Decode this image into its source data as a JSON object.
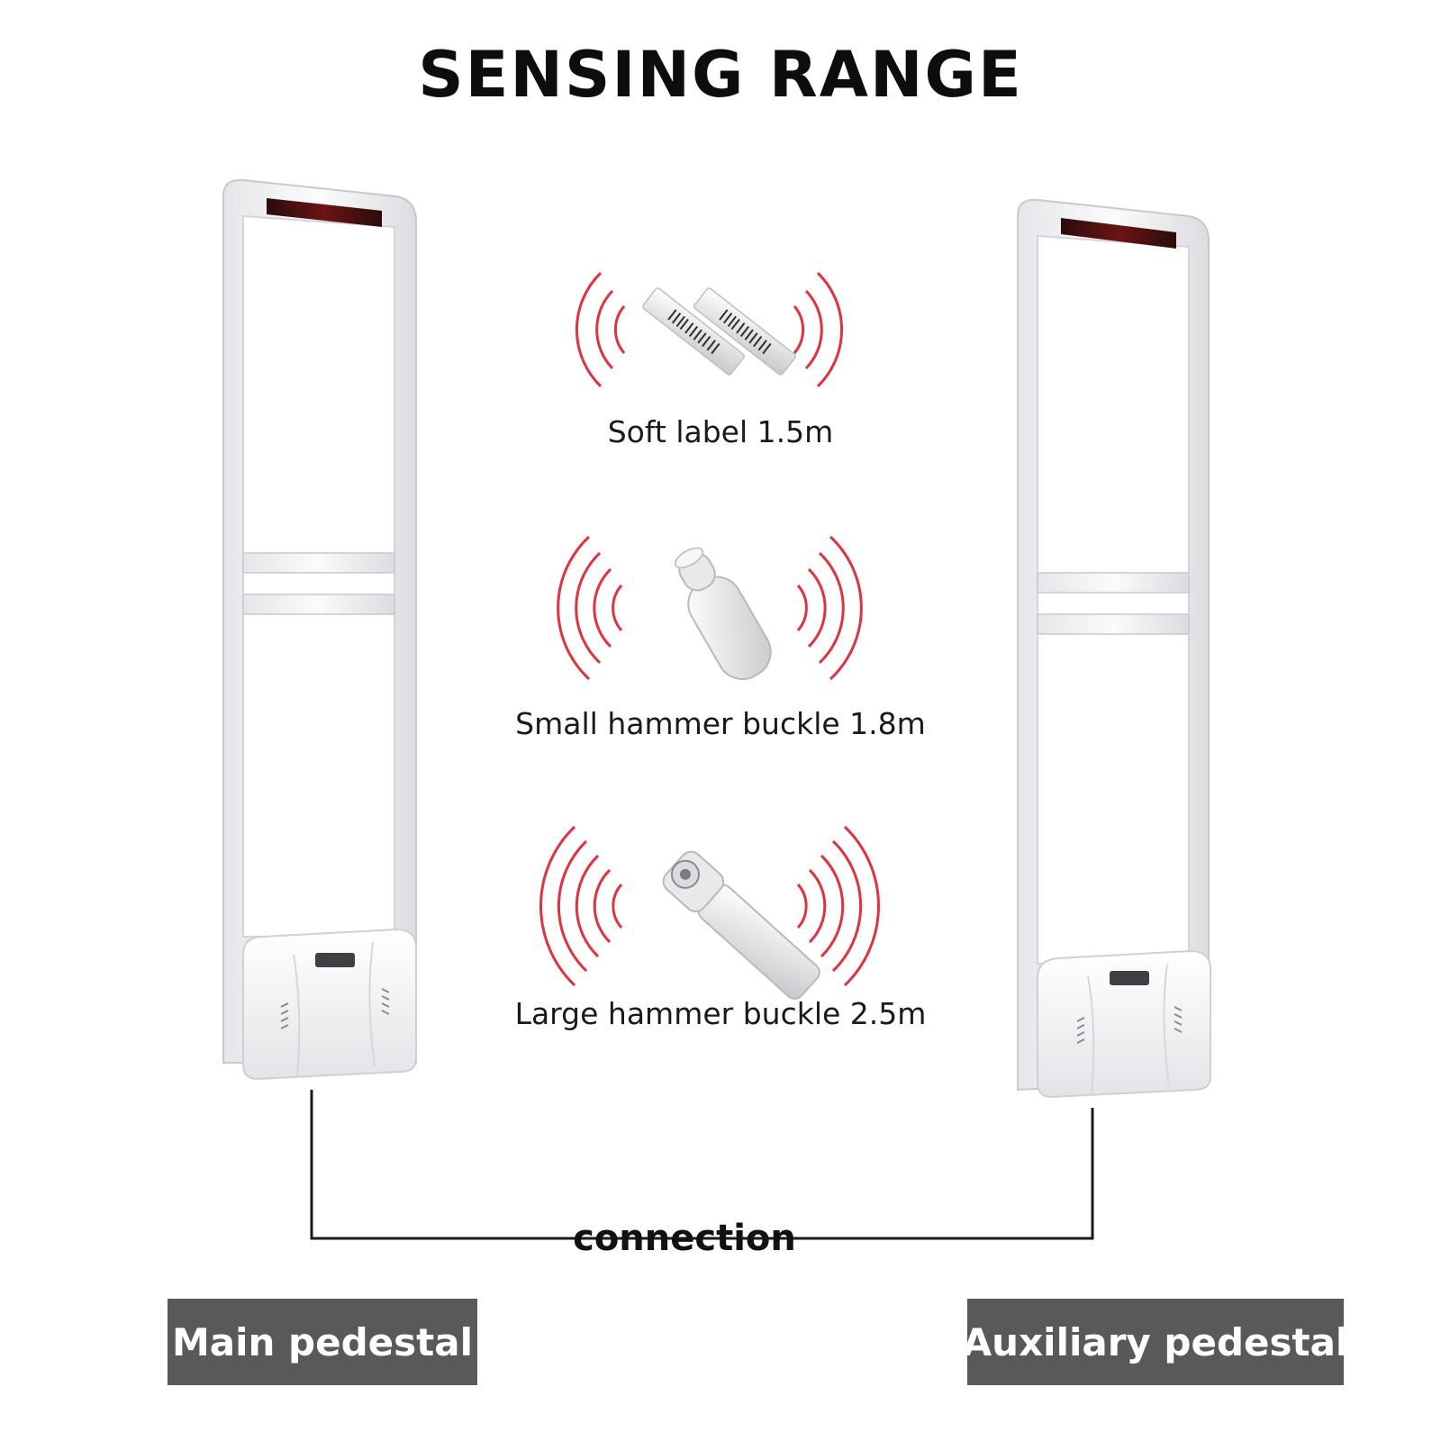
{
  "title": "SENSING RANGE",
  "tags": [
    {
      "label": "Soft label 1.5m",
      "icon": "soft-label-icon"
    },
    {
      "label": "Small hammer buckle 1.8m",
      "icon": "small-hammer-buckle-icon"
    },
    {
      "label": "Large hammer buckle 2.5m",
      "icon": "large-hammer-buckle-icon"
    }
  ],
  "connection": {
    "label": "connection"
  },
  "pedestals": {
    "main": {
      "label": "Main pedestal"
    },
    "auxiliary": {
      "label": "Auxiliary pedestal"
    }
  },
  "colors": {
    "wave": "#e0323f",
    "frame": "#f4f4f6",
    "frame_edge": "#c9c9cf",
    "badge": "#595959",
    "display": "#5a1212"
  }
}
